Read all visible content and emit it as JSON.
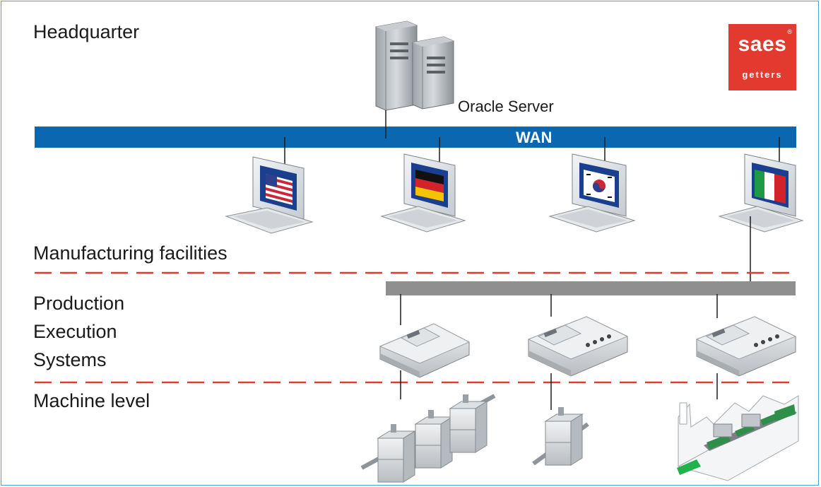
{
  "labels": {
    "headquarter": "Headquarter",
    "server": "Oracle Server",
    "wan": "WAN",
    "manufacturing": "Manufacturing facilities",
    "pes_line1": "Production",
    "pes_line2": "Execution",
    "pes_line3": "Systems",
    "machine": "Machine level"
  },
  "logo": {
    "main": "saes",
    "sub": "getters",
    "mark": "®"
  },
  "sites": [
    {
      "flag": "usa-flag-icon"
    },
    {
      "flag": "germany-flag-icon"
    },
    {
      "flag": "south-korea-flag-icon"
    },
    {
      "flag": "italy-flag-icon"
    }
  ],
  "colors": {
    "wan_bar": "#0a67b0",
    "mes_bar": "#8f8f8f",
    "divider": "#e23a2e",
    "logo_bg": "#e23a2e"
  }
}
